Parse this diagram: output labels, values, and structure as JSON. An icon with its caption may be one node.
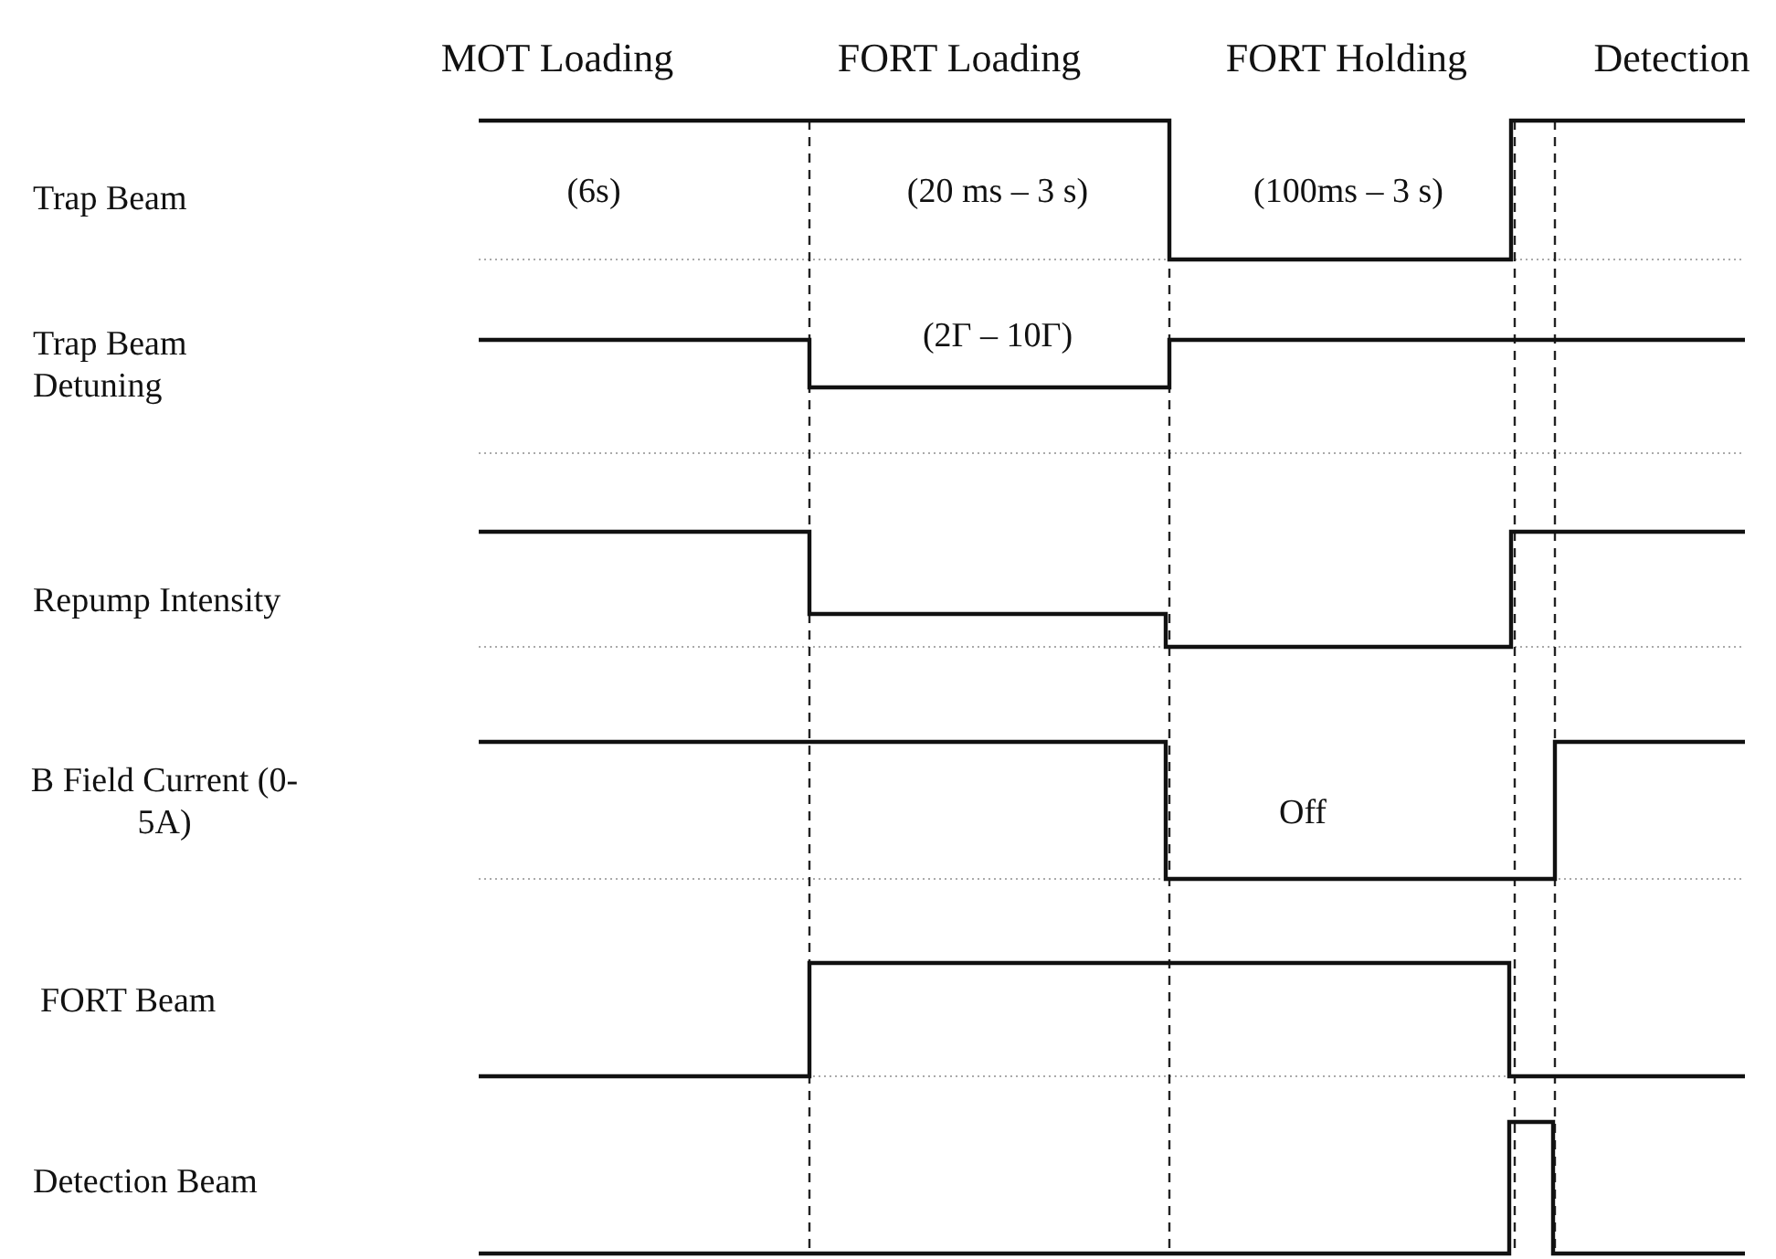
{
  "diagram": {
    "labels": [
      "MOT Loading",
      "FORT Loading",
      "FORT Holding",
      "Detection",
      "Trap Beam",
      "(6s)",
      "(20 ms – 3 s)",
      "(100ms – 3 s)",
      "Trap Beam Detuning",
      "(2Γ – 10Γ)",
      "Repump Intensity",
      "B Field Current (0-5A)",
      "Off",
      "FORT Beam",
      "Detection Beam"
    ]
  }
}
